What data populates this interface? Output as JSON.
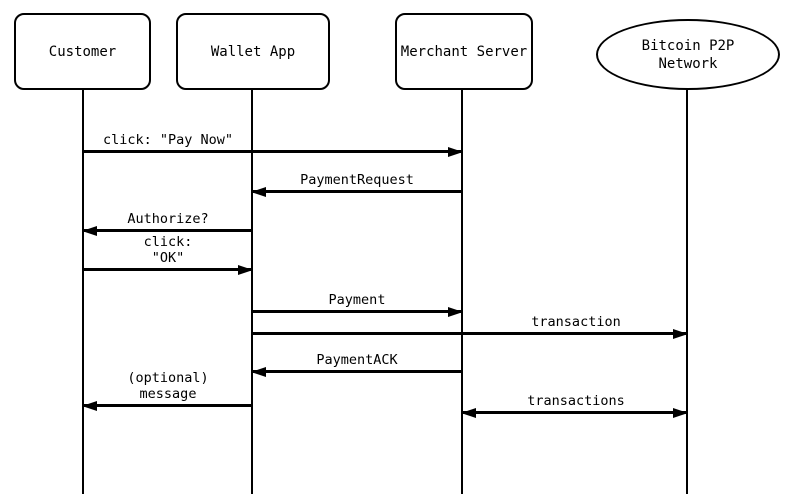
{
  "diagram": {
    "type": "sequence",
    "background_color": "#ffffff",
    "line_color": "#000000",
    "participants": [
      {
        "id": "customer",
        "label": "Customer",
        "shape": "rounded-rect"
      },
      {
        "id": "wallet-app",
        "label": "Wallet App",
        "shape": "rounded-rect"
      },
      {
        "id": "merchant-server",
        "label": "Merchant Server",
        "shape": "rounded-rect"
      },
      {
        "id": "bitcoin-network",
        "label": "Bitcoin P2P\nNetwork",
        "shape": "ellipse"
      }
    ],
    "messages": [
      {
        "from": "customer",
        "to": "merchant-server",
        "label": "click: \"Pay Now\"",
        "direction": "right"
      },
      {
        "from": "merchant-server",
        "to": "wallet-app",
        "label": "PaymentRequest",
        "direction": "left"
      },
      {
        "from": "wallet-app",
        "to": "customer",
        "label": "Authorize?",
        "direction": "left"
      },
      {
        "from": "customer",
        "to": "wallet-app",
        "label": "click: \"OK\"",
        "direction": "right"
      },
      {
        "from": "wallet-app",
        "to": "merchant-server",
        "label": "Payment",
        "direction": "right"
      },
      {
        "from": "wallet-app",
        "to": "bitcoin-network",
        "label": "transaction",
        "direction": "right"
      },
      {
        "from": "merchant-server",
        "to": "wallet-app",
        "label": "PaymentACK",
        "direction": "left"
      },
      {
        "from": "wallet-app",
        "to": "customer",
        "label": "(optional)\nmessage",
        "direction": "left"
      },
      {
        "from": "merchant-server",
        "to": "bitcoin-network",
        "label": "transactions",
        "direction": "both"
      }
    ]
  }
}
